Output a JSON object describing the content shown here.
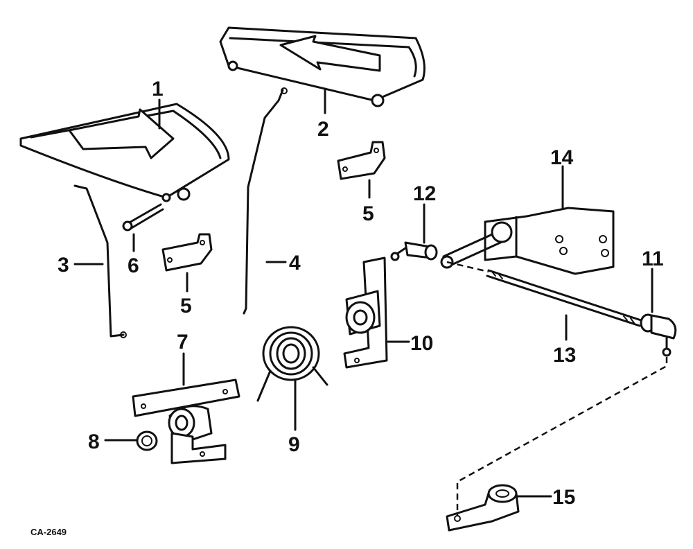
{
  "diagram": {
    "drawing_code": "CA-2649",
    "callouts": [
      {
        "id": "1",
        "text": "1"
      },
      {
        "id": "2",
        "text": "2"
      },
      {
        "id": "3",
        "text": "3"
      },
      {
        "id": "4",
        "text": "4"
      },
      {
        "id": "5a",
        "text": "5"
      },
      {
        "id": "5b",
        "text": "5"
      },
      {
        "id": "6",
        "text": "6"
      },
      {
        "id": "7",
        "text": "7"
      },
      {
        "id": "8",
        "text": "8"
      },
      {
        "id": "9",
        "text": "9"
      },
      {
        "id": "10",
        "text": "10"
      },
      {
        "id": "11",
        "text": "11"
      },
      {
        "id": "12",
        "text": "12"
      },
      {
        "id": "13",
        "text": "13"
      },
      {
        "id": "14",
        "text": "14"
      },
      {
        "id": "15",
        "text": "15"
      }
    ]
  }
}
